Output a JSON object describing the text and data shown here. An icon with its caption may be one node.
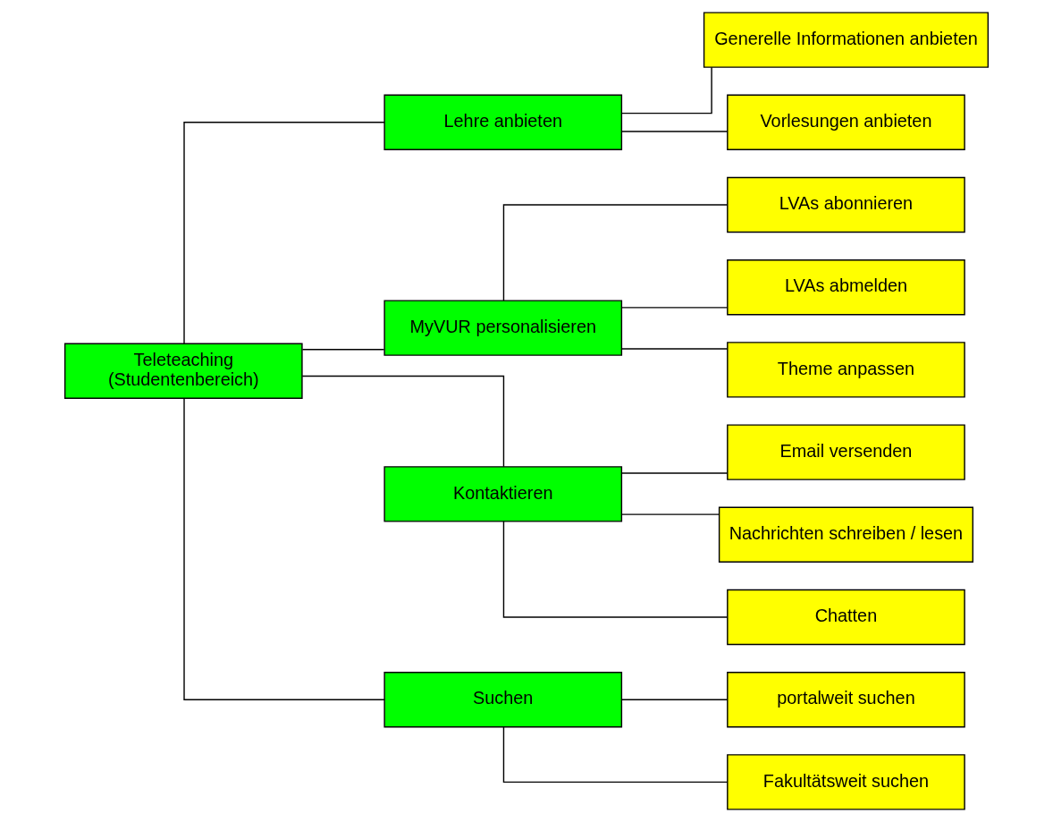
{
  "diagram": {
    "nodes": [
      {
        "text": [
          "Teleteaching",
          "(Studentenbereich)"
        ]
      },
      {
        "text": [
          "Lehre anbieten"
        ]
      },
      {
        "text": [
          "Generelle Informationen anbieten"
        ]
      },
      {
        "text": [
          "Vorlesungen anbieten"
        ]
      },
      {
        "text": [
          "MyVUR personalisieren"
        ]
      },
      {
        "text": [
          "LVAs abonnieren"
        ]
      },
      {
        "text": [
          "LVAs abmelden"
        ]
      },
      {
        "text": [
          "Theme anpassen"
        ]
      },
      {
        "text": [
          "Kontaktieren"
        ]
      },
      {
        "text": [
          "Email versenden"
        ]
      },
      {
        "text": [
          "Nachrichten schreiben / lesen"
        ]
      },
      {
        "text": [
          "Chatten"
        ]
      },
      {
        "text": [
          "Suchen"
        ]
      },
      {
        "text": [
          "portalweit suchen"
        ]
      },
      {
        "text": [
          "Fakultätsweit suchen"
        ]
      }
    ],
    "edges": [
      {
        "from": 0,
        "to": 1,
        "arrow": "none"
      },
      {
        "from": 1,
        "to": 2,
        "arrow": "none"
      },
      {
        "from": 1,
        "to": 3,
        "arrow": "none"
      },
      {
        "from": 0,
        "to": 4,
        "arrow": "none"
      },
      {
        "from": 4,
        "to": 5,
        "arrow": "none"
      },
      {
        "from": 4,
        "to": 6,
        "arrow": "none"
      },
      {
        "from": 4,
        "to": 7,
        "arrow": "none"
      },
      {
        "from": 0,
        "to": 8,
        "arrow": "none"
      },
      {
        "from": 8,
        "to": 9,
        "arrow": "none"
      },
      {
        "from": 8,
        "to": 10,
        "arrow": "none"
      },
      {
        "from": 8,
        "to": 11,
        "arrow": "none"
      },
      {
        "from": 0,
        "to": 12,
        "arrow": "none"
      },
      {
        "from": 12,
        "to": 13,
        "arrow": "none"
      },
      {
        "from": 12,
        "to": 14,
        "arrow": "none"
      }
    ]
  }
}
